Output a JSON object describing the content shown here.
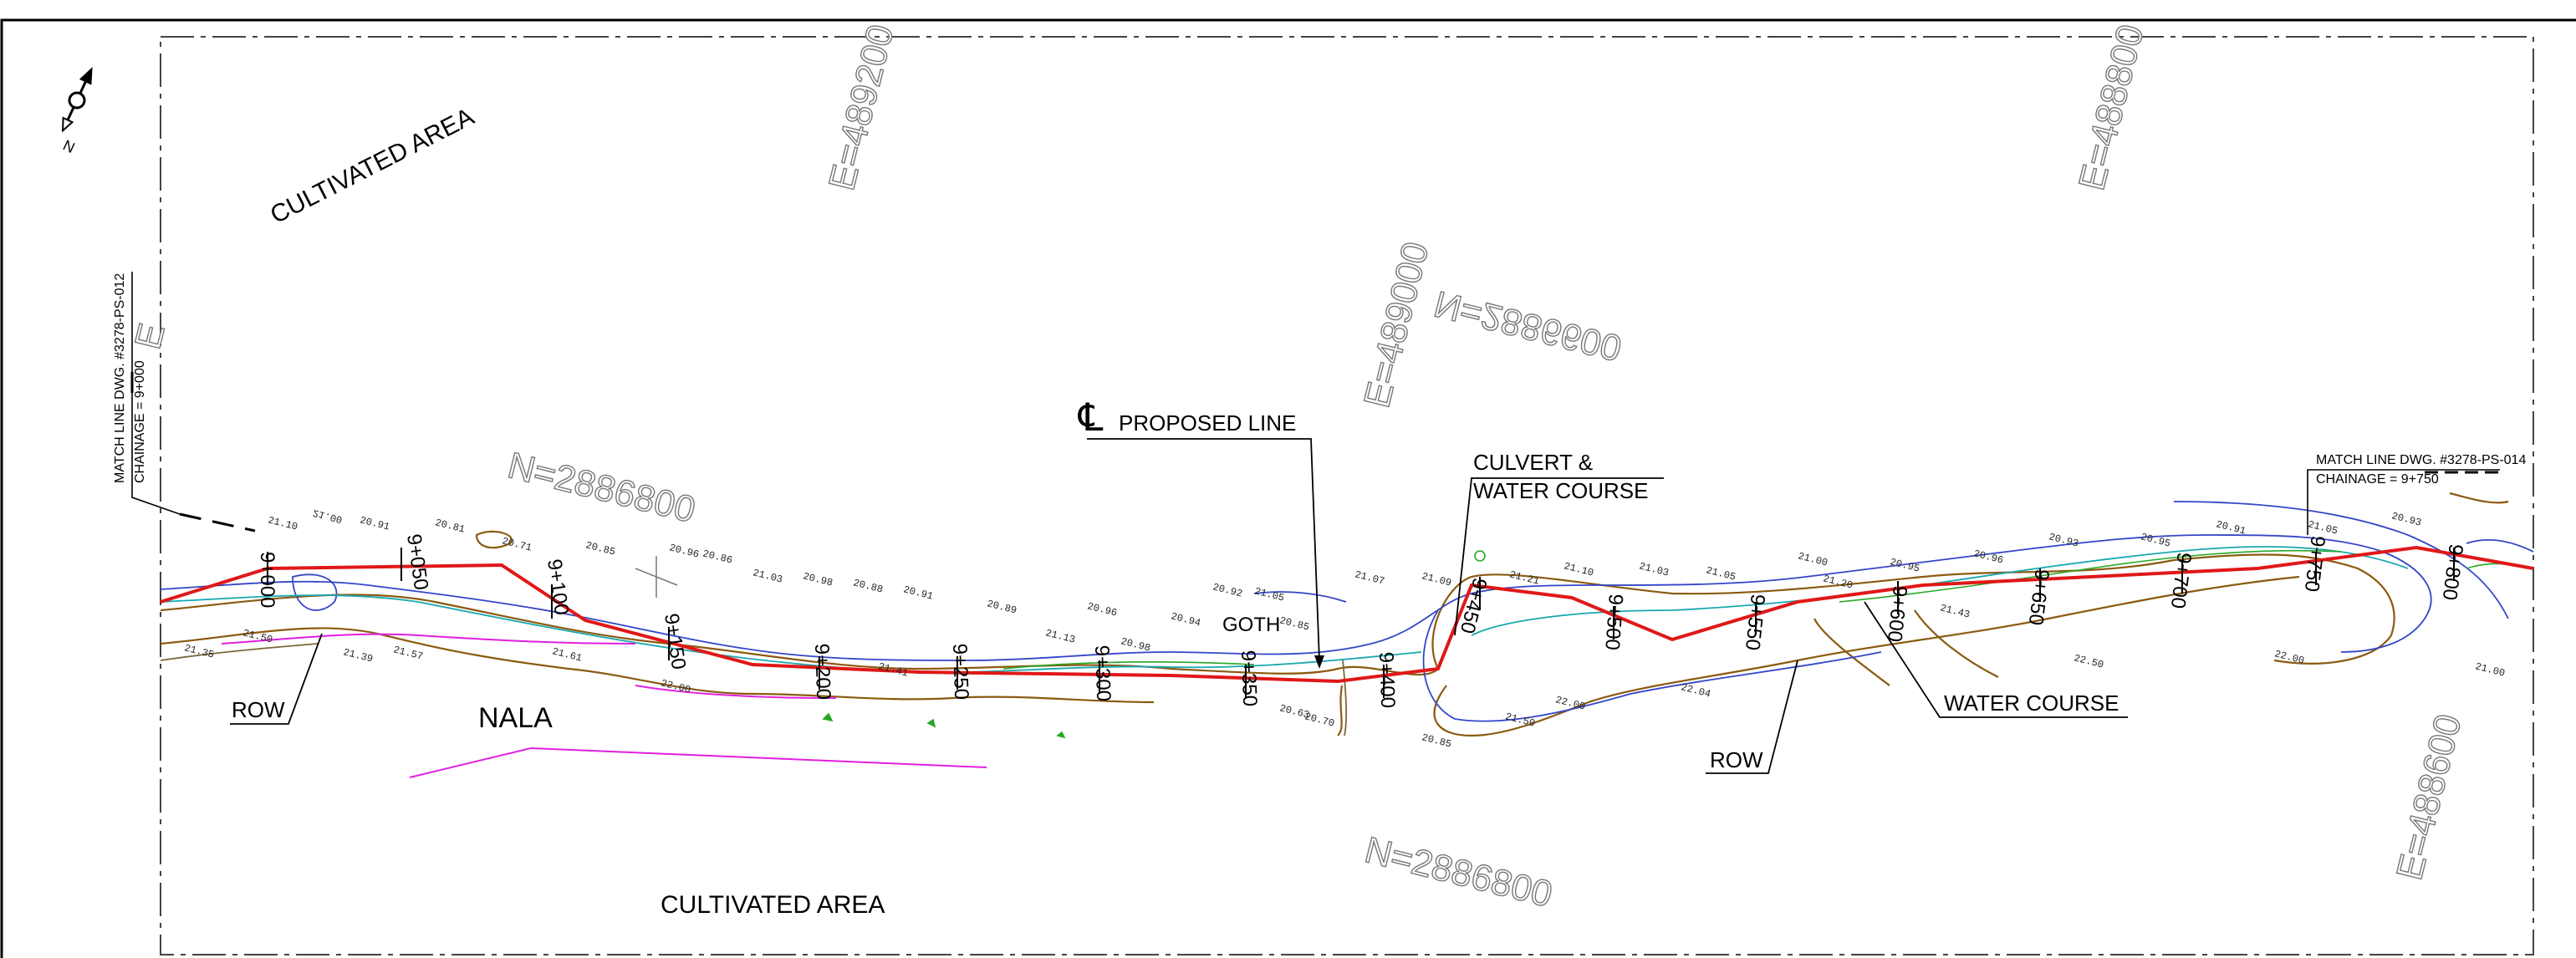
{
  "labels": {
    "cultivated_top": "CULTIVATED AREA",
    "cultivated_bottom": "CULTIVATED AREA",
    "nala": "NALA",
    "goth": "GOTH",
    "proposed_line_symbol": "℄",
    "proposed_line": "PROPOSED LINE",
    "culvert_line1": "CULVERT &",
    "culvert_line2": "WATER COURSE",
    "water_course": "WATER COURSE",
    "row_left": "ROW",
    "row_right": "ROW"
  },
  "match_lines": {
    "left_dwg": "MATCH LINE DWG. #3278-PS-012",
    "left_chainage": "CHAINAGE = 9+000",
    "right_dwg": "MATCH LINE DWG. #3278-PS-014",
    "right_chainage": "CHAINAGE = 9+750"
  },
  "grid_labels": {
    "e489200": "E=489200",
    "n2886600": "N=2886600",
    "e489000": "E=489000",
    "n2886800_left": "N=2886800",
    "e488800": "E=488800",
    "e488600": "E=488600",
    "n2886800_bottom": "N=2886800",
    "e_partial": "E"
  },
  "chainages": [
    "9+000",
    "9+050",
    "9+100",
    "9+150",
    "9+200",
    "9+250",
    "9+300",
    "9+350",
    "9+400",
    "9+450",
    "9+500",
    "9+550",
    "9+600",
    "9+650",
    "9+700",
    "9+750",
    "9+800"
  ],
  "north_arrow": "N",
  "spot_heights": {
    "s1": "21.00",
    "s2": "21.10",
    "s3": "20.91",
    "s4": "20.81",
    "s5": "20.71",
    "s6": "20.85",
    "s7": "20.96",
    "s8": "21.03",
    "s9": "20.98",
    "s10": "20.86",
    "s11": "20.88",
    "s12": "20.91",
    "s13": "20.89",
    "s14": "20.96",
    "s15": "20.94",
    "s16": "21.13",
    "s17": "20.98",
    "s18": "20.92",
    "s19": "21.05",
    "s20": "20.85",
    "s21": "21.07",
    "s22": "21.09",
    "s23": "21.21",
    "s24": "21.10",
    "s25": "21.03",
    "s26": "21.05",
    "s27": "21.00",
    "s28": "20.95",
    "s29": "20.96",
    "s30": "20.93",
    "s31": "20.95",
    "s32": "20.91",
    "s33": "21.05",
    "s34": "20.93",
    "s35": "21.50",
    "s36": "21.39",
    "s37": "21.57",
    "s38": "21.61",
    "s39": "22.00",
    "s40": "21.41",
    "s41": "20.63",
    "s42": "20.70",
    "s43": "20.85",
    "s44": "22.00",
    "s45": "21.50",
    "s46": "22.04",
    "s47": "22.50",
    "s48": "22.00",
    "s49": "21.00",
    "s50": "21.35",
    "s51": "21.20",
    "s52": "21.43"
  }
}
